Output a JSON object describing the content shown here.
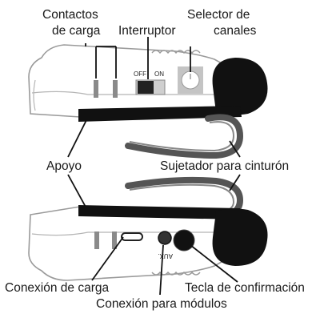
{
  "labels": {
    "contactos_line1": "Contactos",
    "contactos_line2": "de carga",
    "interruptor": "Interruptor",
    "selector_line1": "Selector de",
    "selector_line2": "canales",
    "apoyo": "Apoyo",
    "sujetador": "Sujetador para cinturón",
    "conexion_carga": "Conexión de carga",
    "tecla": "Tecla de confirmación",
    "conexion_modulos": "Conexión para módulos"
  },
  "device": {
    "switch_off": "OFF",
    "switch_on": "ON",
    "aux_label": "AUX."
  },
  "colors": {
    "body_fill": "#ffffff",
    "body_stroke": "#9a9a9a",
    "dark": "#111111",
    "clip": "#555555",
    "contacts": "#8a8a8a"
  }
}
